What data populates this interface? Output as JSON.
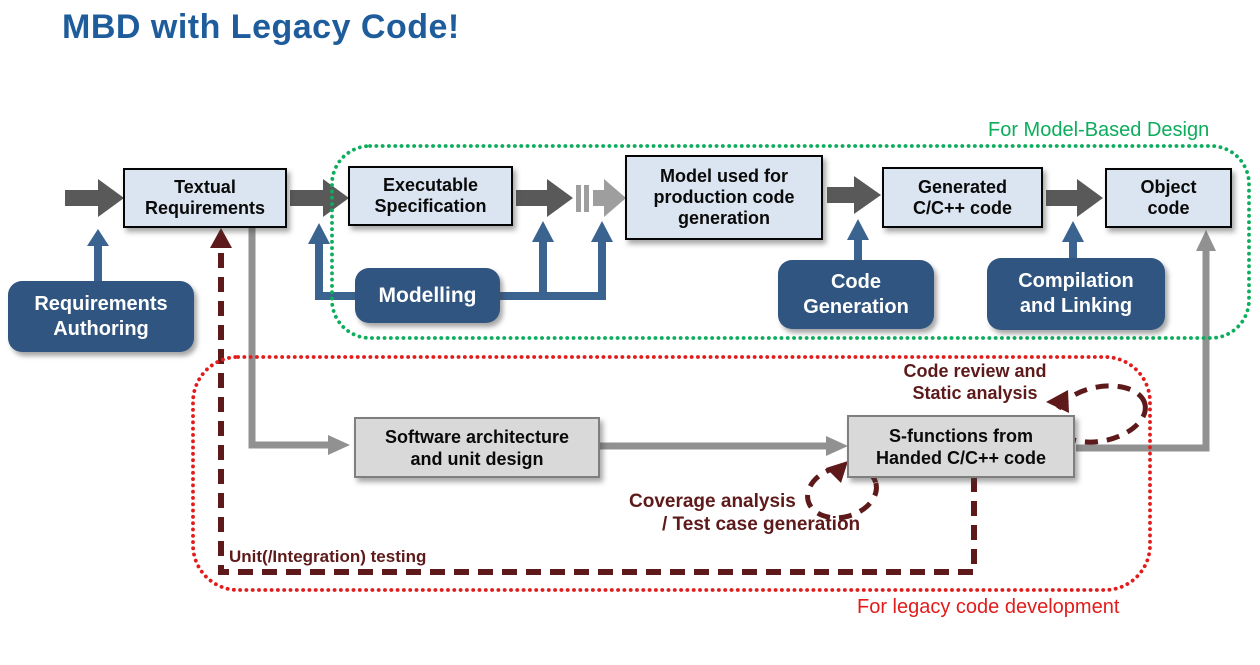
{
  "title": "MBD with Legacy Code!",
  "flow_boxes": {
    "textual_requirements": "Textual\nRequirements",
    "executable_specification": "Executable\nSpecification",
    "model_production": "Model used for\nproduction code\ngeneration",
    "generated_code": "Generated\nC/C++ code",
    "object_code": "Object\ncode"
  },
  "activities": {
    "requirements_authoring": "Requirements\nAuthoring",
    "modelling": "Modelling",
    "code_generation": "Code\nGeneration",
    "compilation_linking": "Compilation\nand Linking"
  },
  "legacy_boxes": {
    "software_architecture": "Software architecture\nand unit design",
    "s_functions": "S-functions from\nHanded C/C++ code"
  },
  "annotations": {
    "code_review": "Code review and\nStatic analysis",
    "coverage_line1": "Coverage analysis",
    "coverage_line2": "/ Test case generation",
    "unit_testing": "Unit(/Integration) testing"
  },
  "region_labels": {
    "mbd": "For Model-Based Design",
    "legacy": "For legacy code development"
  },
  "colors": {
    "title_blue": "#1E5C9B",
    "flow_box_fill": "#DBE5F1",
    "activity_blue": "#2F5580",
    "legacy_box_fill": "#D9D9D9",
    "arrow_dark_gray": "#595959",
    "arrow_light_gray": "#9E9E9E",
    "connector_gray": "#919191",
    "arrow_blue": "#3A6390",
    "maroon": "#5E1A1A",
    "region_green": "#0CAD5C",
    "region_red": "#E21B1B"
  }
}
